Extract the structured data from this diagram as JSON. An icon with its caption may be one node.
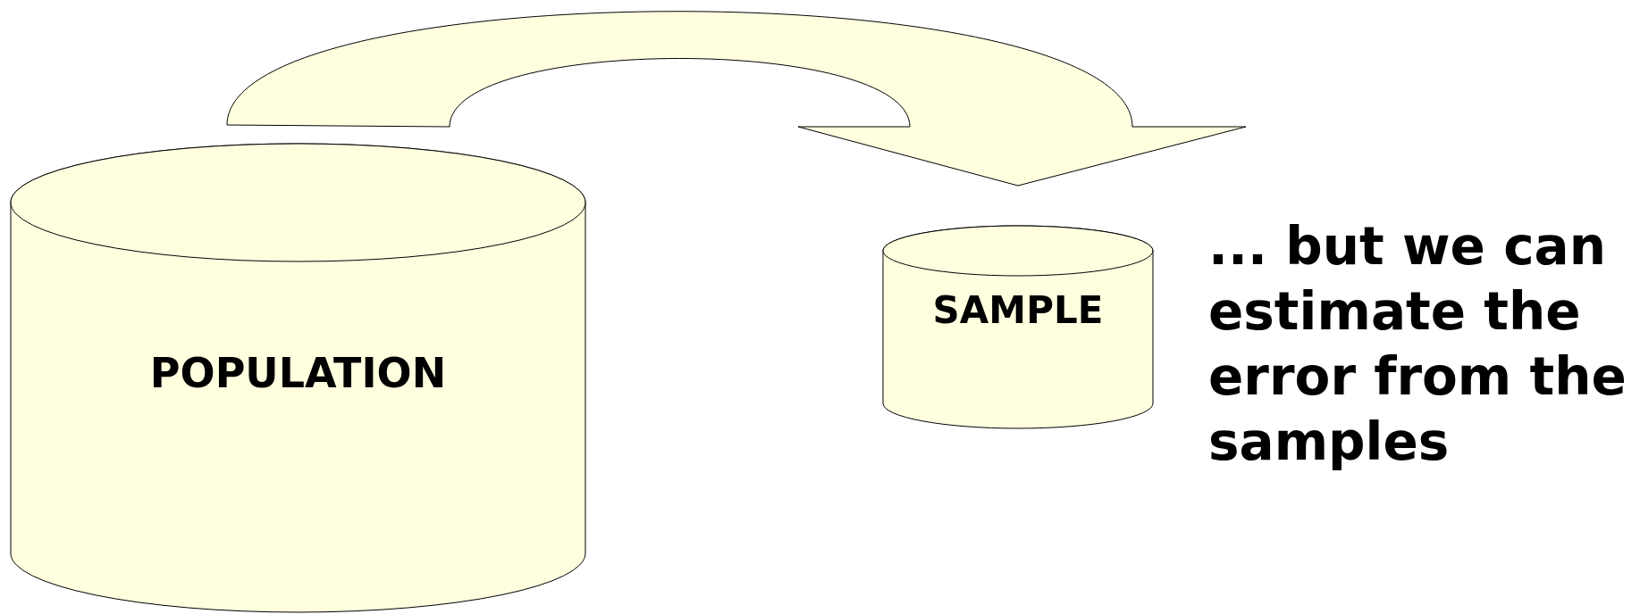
{
  "diagram": {
    "nodes": [
      {
        "text": [
          "POPULATION"
        ]
      },
      {
        "text": [
          "SAMPLE"
        ]
      }
    ],
    "edges": [
      {
        "from": 0,
        "to": 1,
        "arrow": "to"
      }
    ],
    "labels": [
      "... but we can estimate the error from the samples"
    ]
  }
}
